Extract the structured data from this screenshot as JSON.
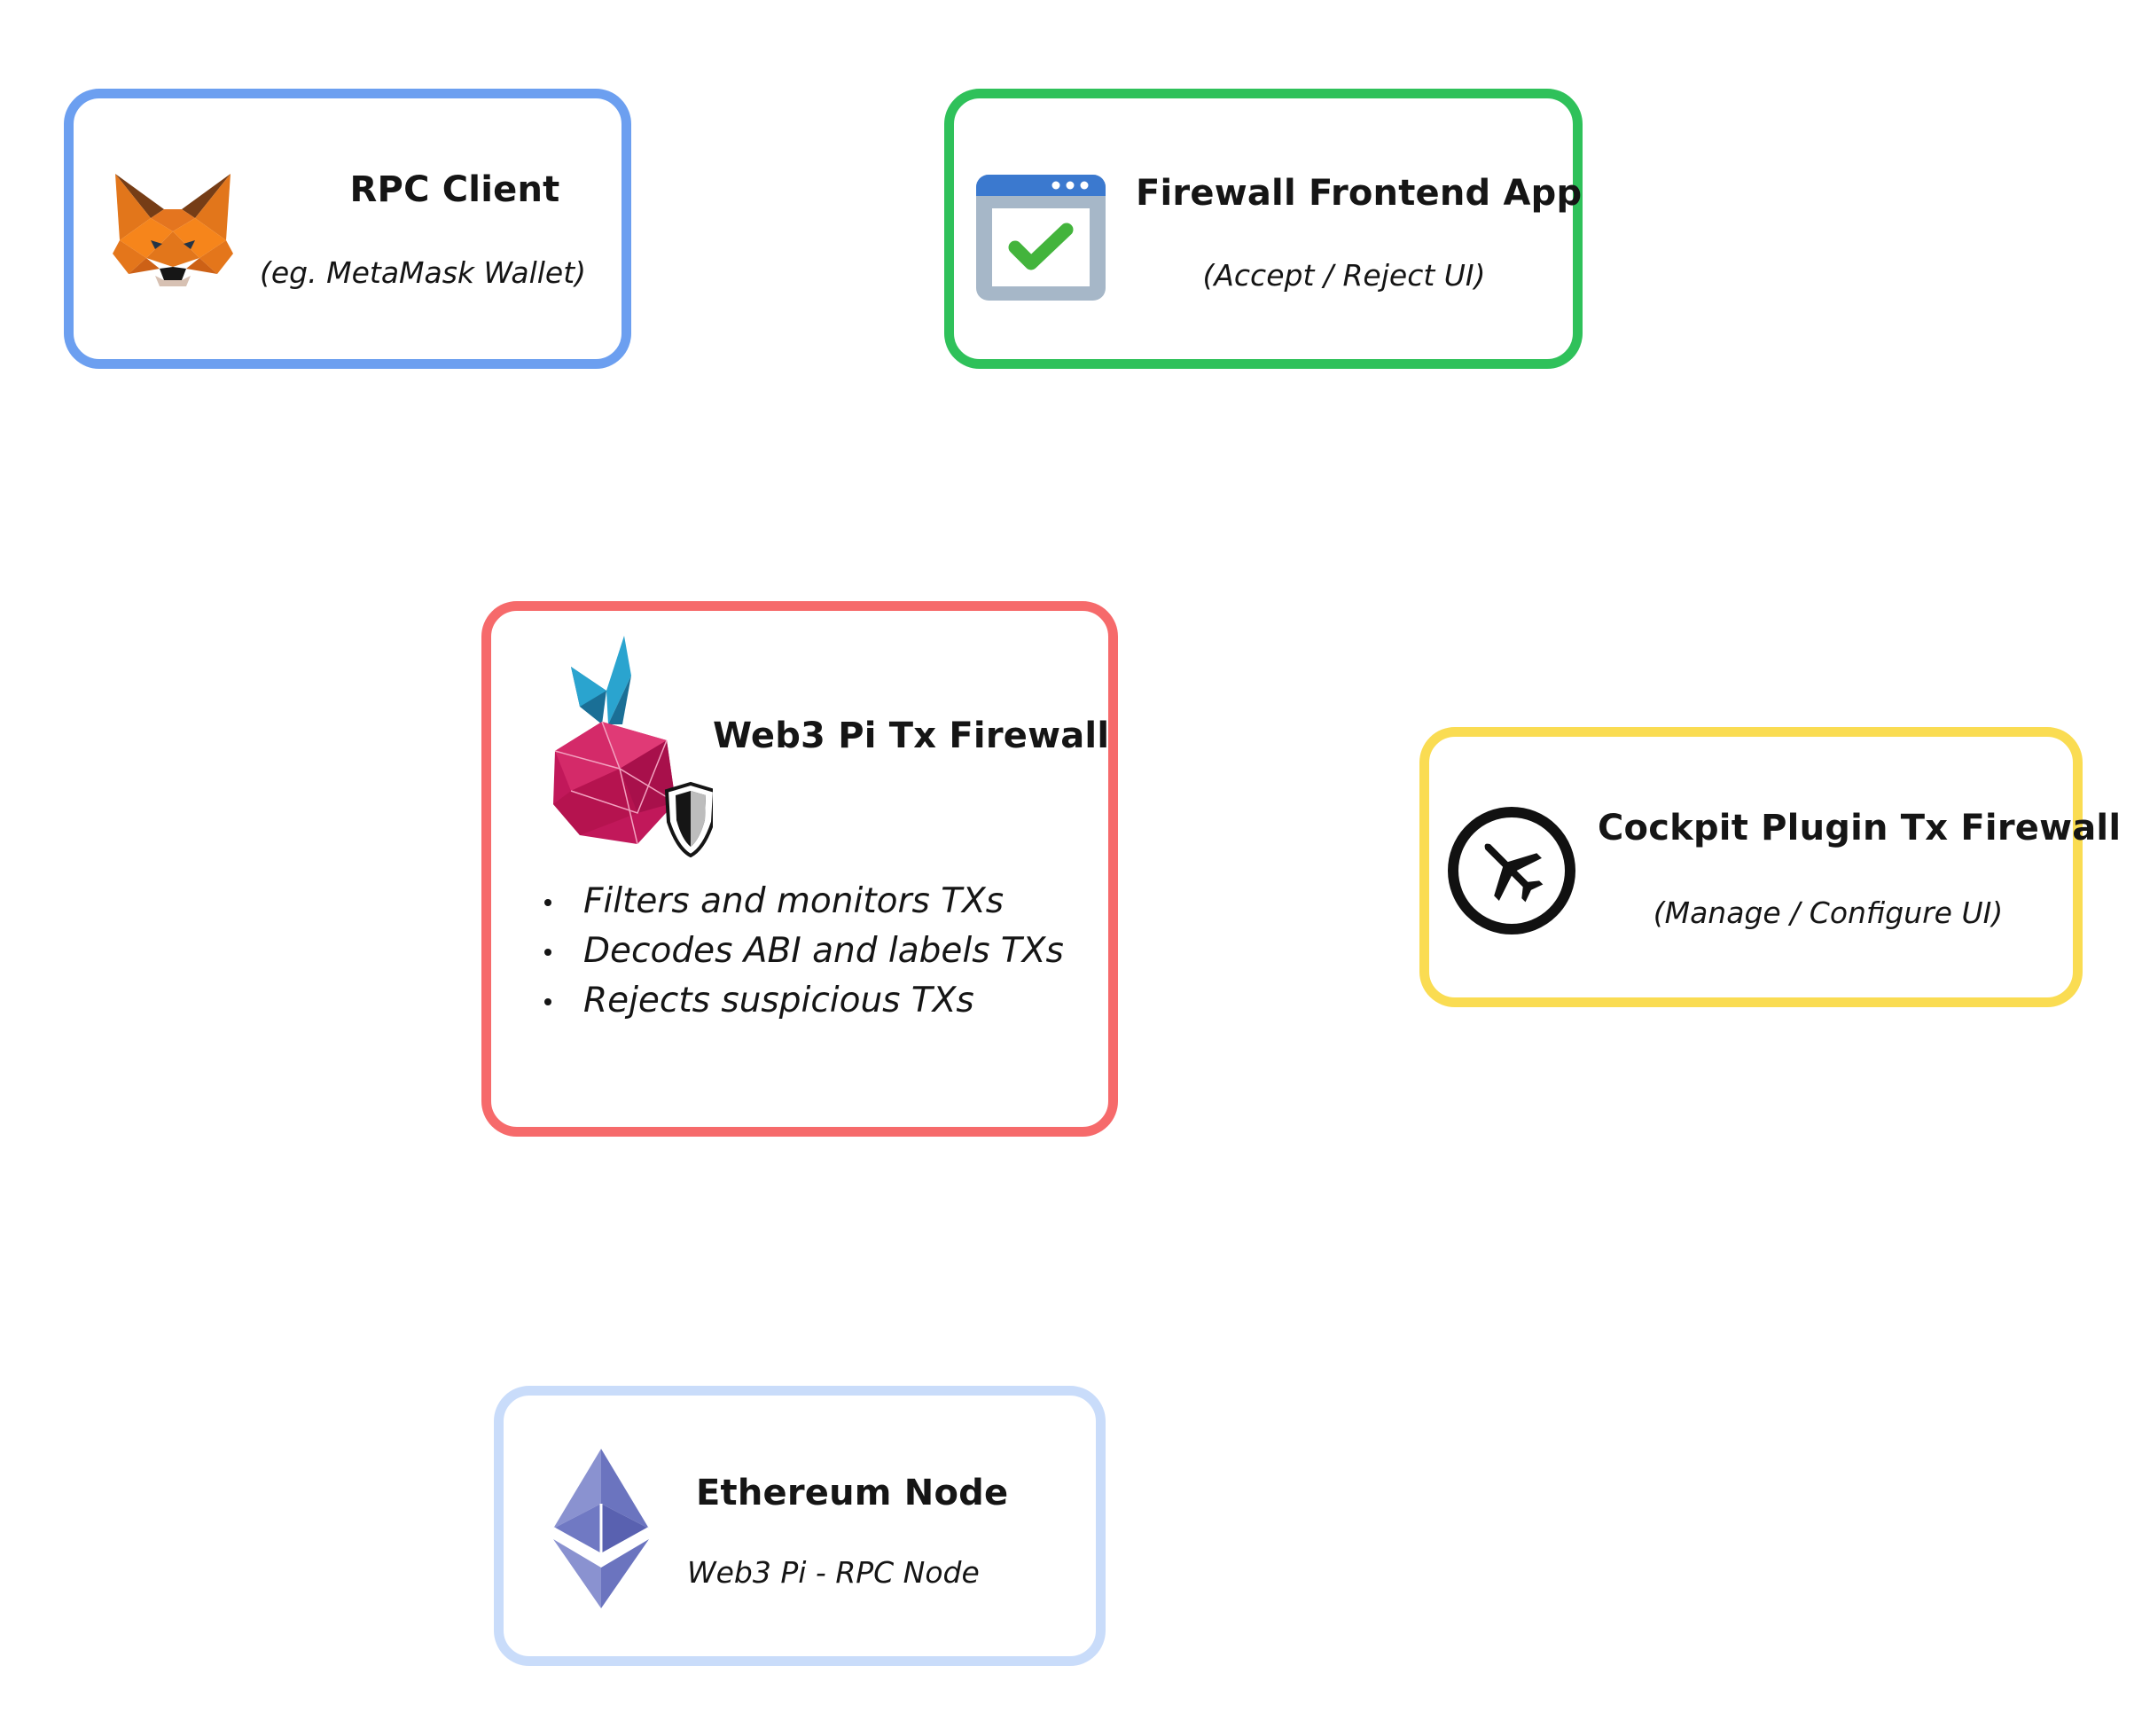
{
  "nodes": {
    "rpc_client": {
      "title": "RPC Client",
      "subtitle": "(eg. MetaMask Wallet)",
      "icon": "metamask-fox-icon",
      "color": "#6c9ff0"
    },
    "frontend_app": {
      "title": "Firewall Frontend App",
      "subtitle": "(Accept / Reject UI)",
      "icon": "browser-window-check-icon",
      "color": "#2fc15a"
    },
    "tx_firewall": {
      "title": "Web3 Pi Tx Firewall",
      "icon": "raspberry-shield-icon",
      "color": "#f66a6b",
      "bullets": [
        "Filters and monitors TXs",
        "Decodes ABI and labels TXs",
        "Rejects suspicious TXs"
      ]
    },
    "cockpit_plugin": {
      "title": "Cockpit Plugin Tx Firewall",
      "subtitle": "(Manage / Configure UI)",
      "icon": "airplane-circle-icon",
      "color": "#fadc52"
    },
    "ethereum_node": {
      "title": "Ethereum Node",
      "subtitle": "Web3 Pi - RPC Node",
      "icon": "ethereum-diamond-icon",
      "color": "#c9dcfa"
    }
  }
}
